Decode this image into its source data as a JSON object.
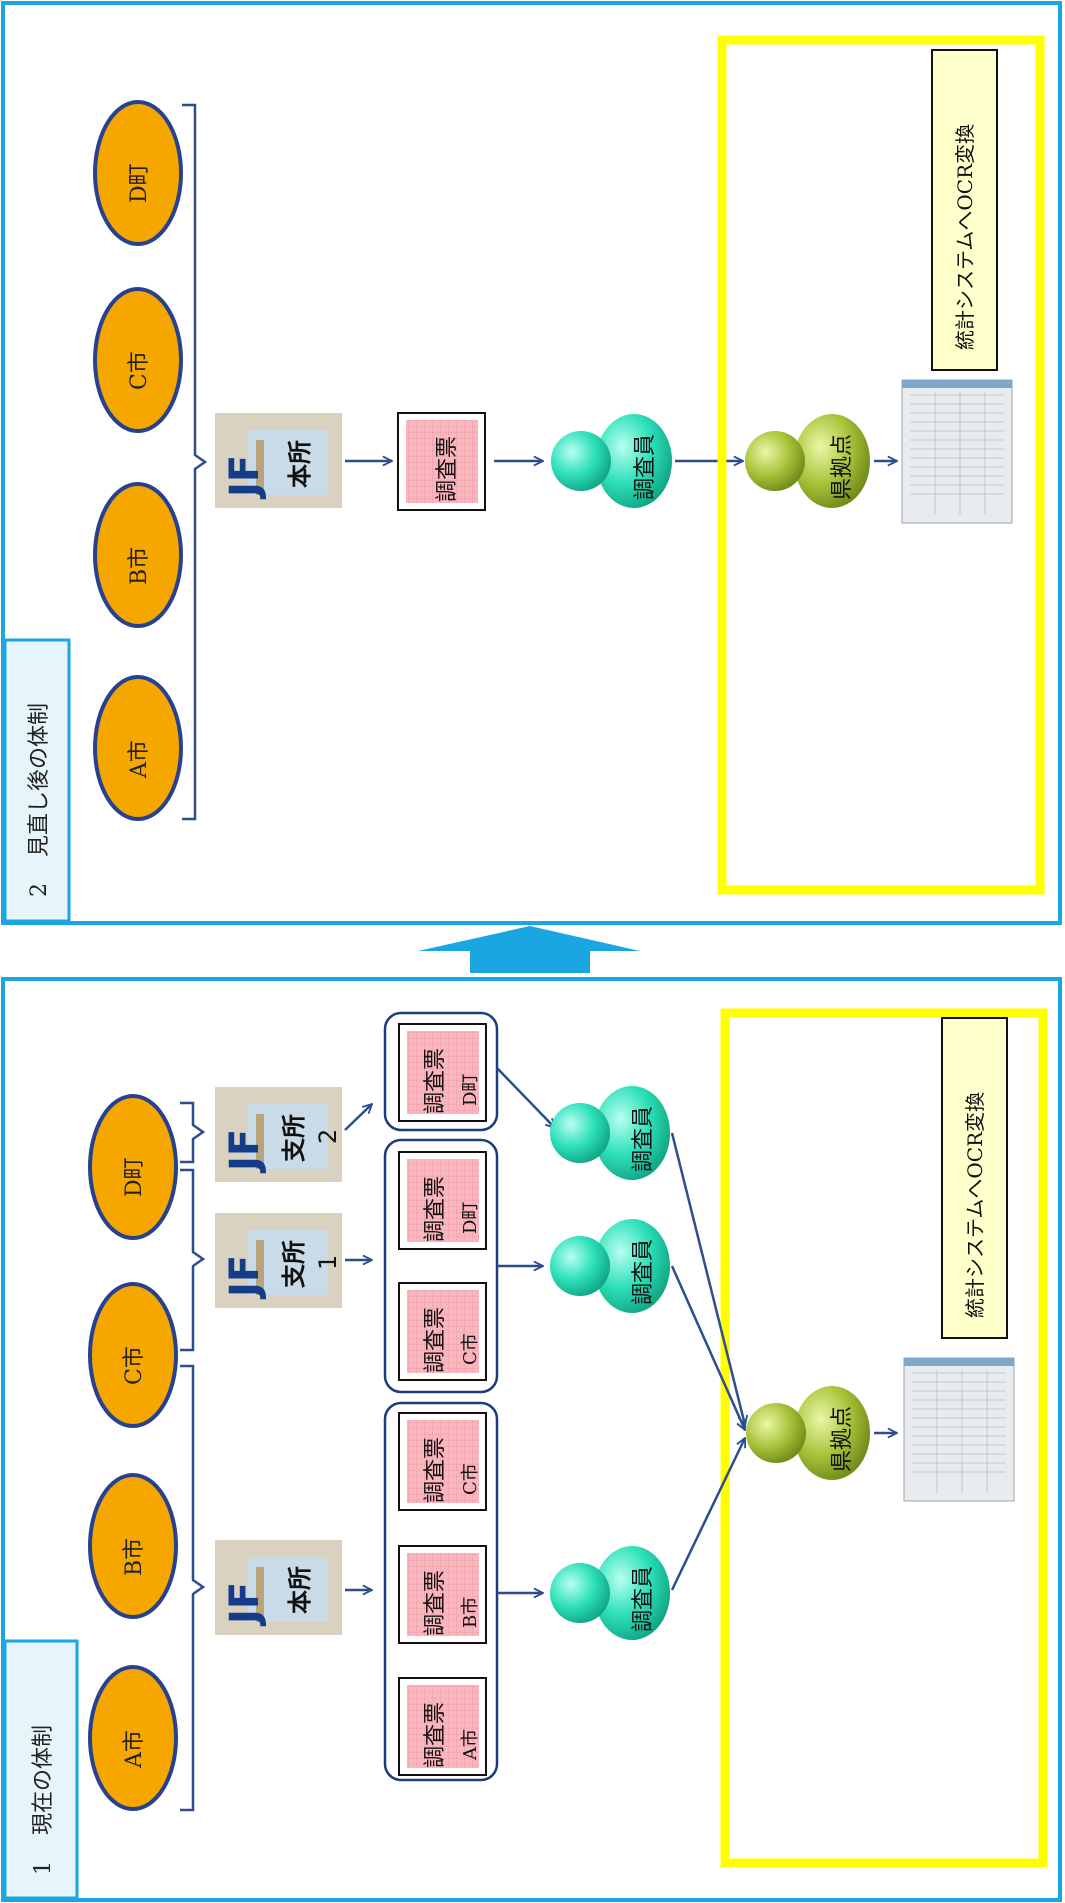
{
  "colors": {
    "panel_border": "#1aa6e0",
    "yellow_box": "#ffff00",
    "city": "#f5a700",
    "city_border": "#27418f",
    "surveyor": "#2de0b9",
    "hub": "#a9c43a",
    "arrow": "#2a4e8e",
    "big_arrow": "#1aa6e0",
    "form_pink": "#f8b7bf",
    "jf_blue": "#153c8a",
    "ocr_label_bg": "#ffffcc"
  },
  "top": {
    "number": "2",
    "title": "見直し後の体制",
    "cities": [
      "A市",
      "B市",
      "C市",
      "D町"
    ],
    "office_main": "本所",
    "form": "調査票",
    "surveyor": "調査員",
    "hub": "県拠点",
    "ocr_label": "統計システムへOCR変換"
  },
  "bottom": {
    "number": "1",
    "title": "現在の体制",
    "cities": [
      "A市",
      "B市",
      "C市",
      "D町"
    ],
    "office_main": "本所",
    "office_branch1": "支所",
    "branch1_number": "1",
    "office_branch2": "支所",
    "branch2_number": "2",
    "form": "調査票",
    "form_cities": [
      "A市",
      "B市",
      "C市",
      "C市",
      "D町",
      "D町"
    ],
    "surveyor": "調査員",
    "hub": "県拠点",
    "ocr_label": "統計システムへOCR変換"
  },
  "icons": {
    "jf_logo": "jf-logo-icon",
    "surveyor_person": "person-icon",
    "hub_person": "person-icon",
    "screenshot": "ocr-screen-icon",
    "big_arrow": "up-arrow-icon"
  }
}
